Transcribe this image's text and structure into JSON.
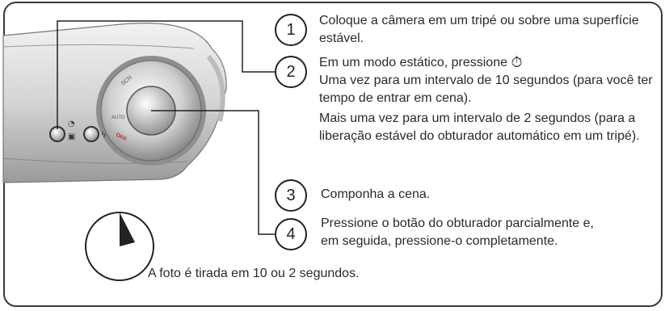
{
  "steps": [
    {
      "number": "1",
      "text": "Coloque a câmera em um tripé ou sobre uma superfície estável."
    },
    {
      "number": "2",
      "line1": "Em um modo estático, pressione",
      "self_timer_icon": "self-timer-icon",
      "line2": "Uma vez para um intervalo de 10 segundos (para você ter tempo de entrar em cena).",
      "line3": "Mais uma vez para um intervalo de 2 segundos (para a liberação estável do obturador automático em um tripé)."
    },
    {
      "number": "3",
      "text": "Componha a cena."
    },
    {
      "number": "4",
      "text": "Pressione o botão do obturador parcialmente e, em seguida, pressione-o completamente."
    }
  ],
  "timer_caption": "A foto é tirada em 10 ou 2 segundos.",
  "dial_labels": [
    "SCN",
    "AUTO",
    "OFF"
  ],
  "colors": {
    "border": "#3a3a3a",
    "camera_body": "#d8d8d8",
    "off_label": "#d42020"
  }
}
